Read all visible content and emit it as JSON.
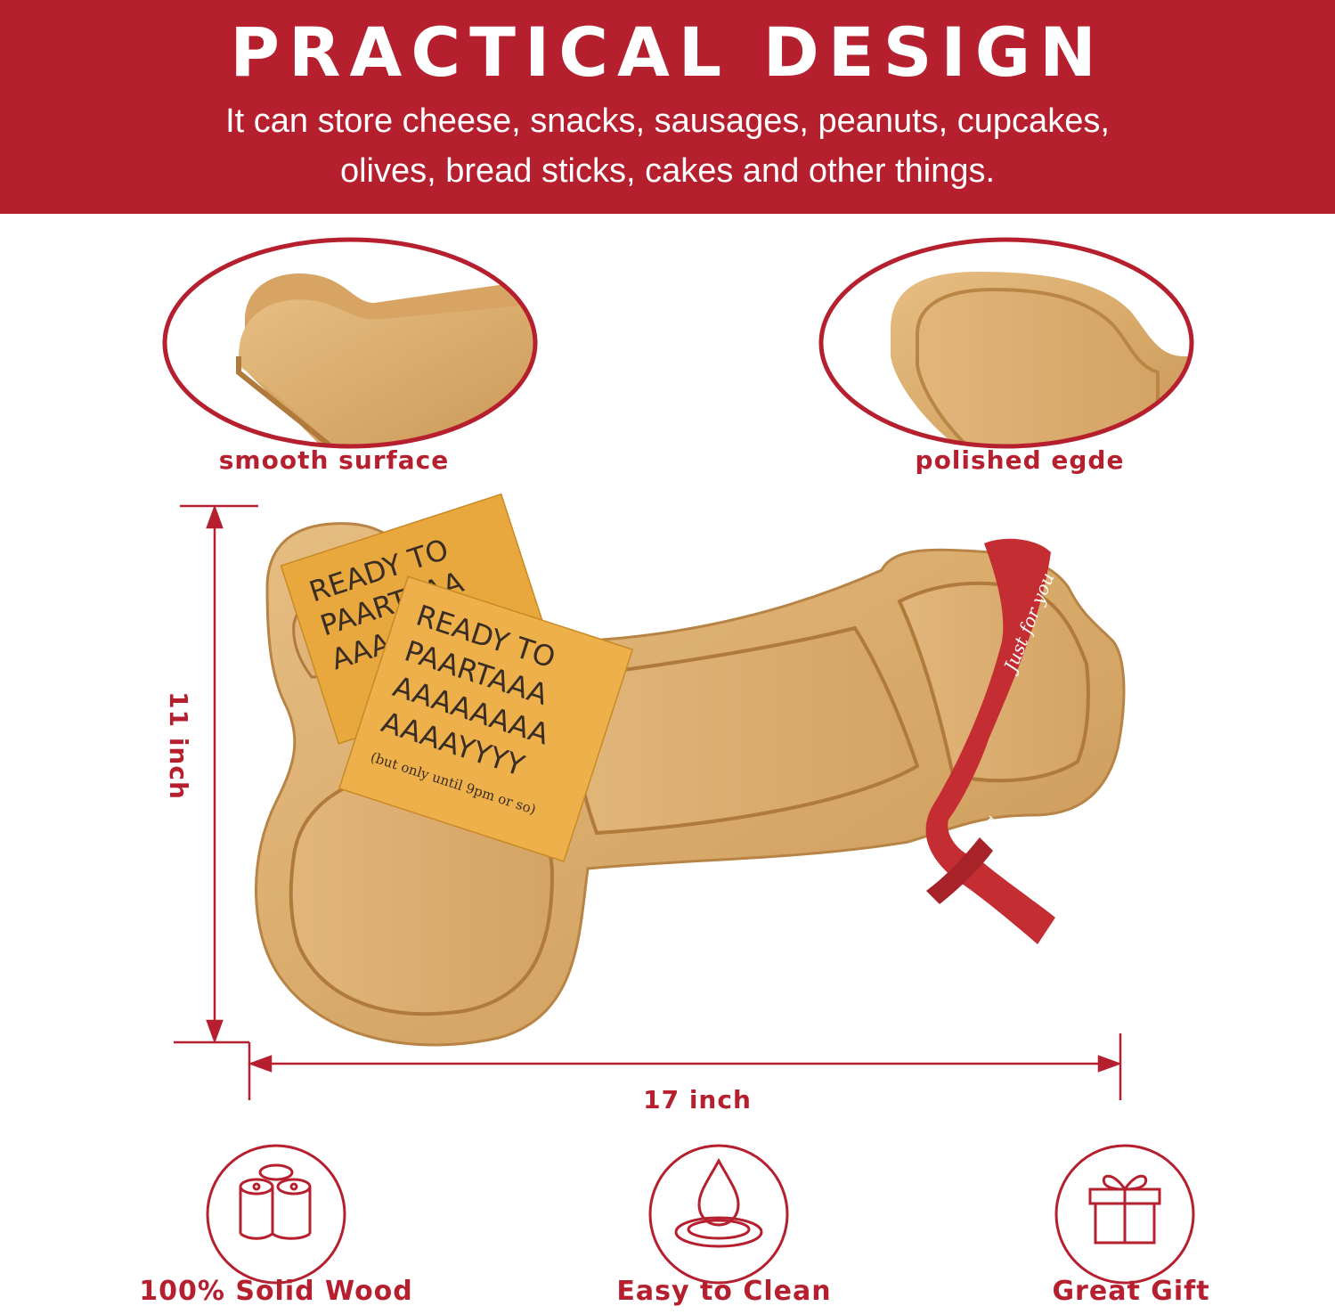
{
  "banner": {
    "title": "PRACTICAL DESIGN",
    "subtitle_line1": "It can store cheese, snacks, sausages, peanuts, cupcakes,",
    "subtitle_line2": "olives, bread sticks, cakes and other things."
  },
  "details": {
    "left_caption": "smooth surface",
    "right_caption": "polished egde"
  },
  "product": {
    "card_text_back": [
      "READY TO",
      "PAARTAAA",
      "AAA"
    ],
    "card_text_front": [
      "READY TO",
      "PAARTAAA",
      "AAAAAAAA",
      "AAAAYYYY"
    ],
    "card_small_text": "(but only until 9pm or so)",
    "ribbon_text": "Just for you"
  },
  "dimensions": {
    "height_label": "11 inch",
    "width_label": "17 inch"
  },
  "features": [
    {
      "label": "100% Solid Wood",
      "icon": "wood-logs-icon"
    },
    {
      "label": "Easy to Clean",
      "icon": "water-drop-icon"
    },
    {
      "label": "Great Gift",
      "icon": "gift-box-icon"
    }
  ],
  "colors": {
    "brand_red": "#b51f2e",
    "wood": "#d9ac6e",
    "card": "#e8a83e"
  }
}
